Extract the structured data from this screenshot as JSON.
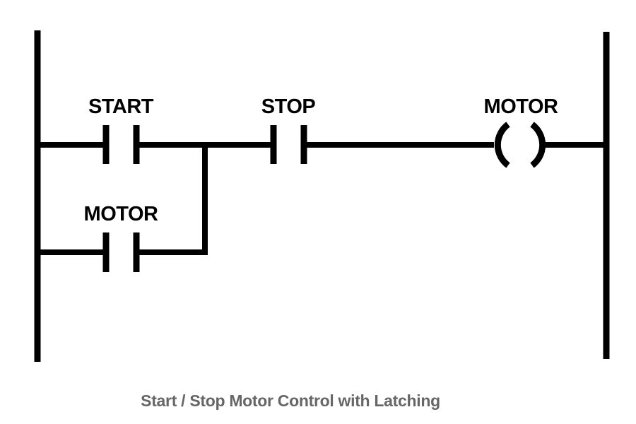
{
  "diagram": {
    "kind": "plc-ladder-logic",
    "caption": "Start / Stop Motor Control with Latching",
    "colors": {
      "line": "#000000",
      "label": "#000000",
      "caption": "#666666",
      "background": "#ffffff"
    },
    "components": [
      {
        "id": "start-contact",
        "symbol": "normally-open-contact",
        "label": "START",
        "rung": "main"
      },
      {
        "id": "stop-contact",
        "symbol": "normally-open-contact",
        "label": "STOP",
        "rung": "main"
      },
      {
        "id": "motor-coil",
        "symbol": "output-coil",
        "label": "MOTOR",
        "rung": "main"
      },
      {
        "id": "motor-seal-in-contact",
        "symbol": "normally-open-contact",
        "label": "MOTOR",
        "rung": "latch-branch"
      }
    ]
  }
}
